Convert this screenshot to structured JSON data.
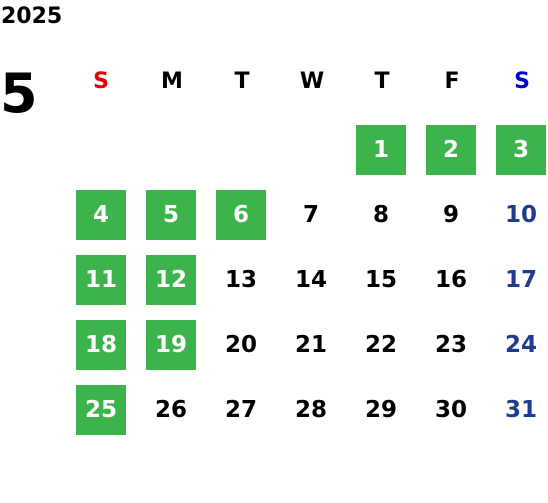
{
  "calendar": {
    "year": "2025",
    "month": "5",
    "weekdays": [
      {
        "label": "S",
        "color": "#e60000"
      },
      {
        "label": "M",
        "color": "#000000"
      },
      {
        "label": "T",
        "color": "#000000"
      },
      {
        "label": "W",
        "color": "#000000"
      },
      {
        "label": "T",
        "color": "#000000"
      },
      {
        "label": "F",
        "color": "#000000"
      },
      {
        "label": "S",
        "color": "#0000cc"
      }
    ],
    "highlight_color": "#3cb44b",
    "saturday_number_color": "#1f3b8f",
    "weeks": [
      [
        null,
        null,
        null,
        null,
        {
          "day": "1",
          "hl": true
        },
        {
          "day": "2",
          "hl": true
        },
        {
          "day": "3",
          "hl": true
        }
      ],
      [
        {
          "day": "4",
          "hl": true
        },
        {
          "day": "5",
          "hl": true
        },
        {
          "day": "6",
          "hl": true
        },
        {
          "day": "7",
          "hl": false
        },
        {
          "day": "8",
          "hl": false
        },
        {
          "day": "9",
          "hl": false
        },
        {
          "day": "10",
          "hl": false
        }
      ],
      [
        {
          "day": "11",
          "hl": true
        },
        {
          "day": "12",
          "hl": true
        },
        {
          "day": "13",
          "hl": false
        },
        {
          "day": "14",
          "hl": false
        },
        {
          "day": "15",
          "hl": false
        },
        {
          "day": "16",
          "hl": false
        },
        {
          "day": "17",
          "hl": false
        }
      ],
      [
        {
          "day": "18",
          "hl": true
        },
        {
          "day": "19",
          "hl": true
        },
        {
          "day": "20",
          "hl": false
        },
        {
          "day": "21",
          "hl": false
        },
        {
          "day": "22",
          "hl": false
        },
        {
          "day": "23",
          "hl": false
        },
        {
          "day": "24",
          "hl": false
        }
      ],
      [
        {
          "day": "25",
          "hl": true
        },
        {
          "day": "26",
          "hl": false
        },
        {
          "day": "27",
          "hl": false
        },
        {
          "day": "28",
          "hl": false
        },
        {
          "day": "29",
          "hl": false
        },
        {
          "day": "30",
          "hl": false
        },
        {
          "day": "31",
          "hl": false
        }
      ]
    ]
  }
}
